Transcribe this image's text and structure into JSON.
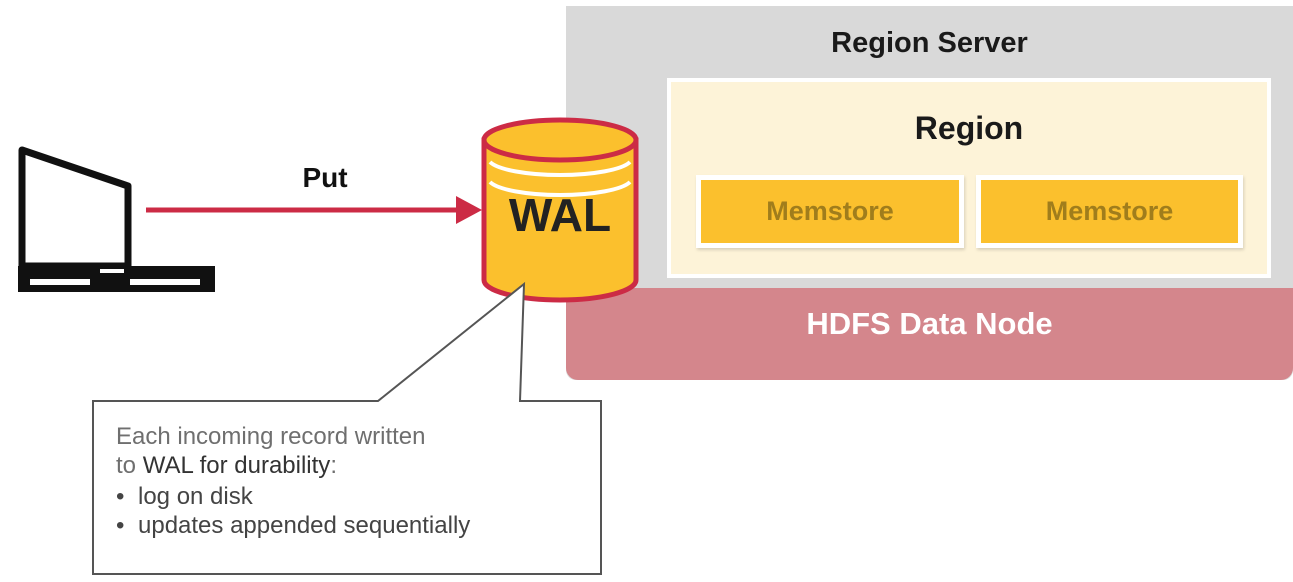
{
  "client": {
    "icon": "laptop-icon"
  },
  "arrow": {
    "label": "Put",
    "color": "#cc2b45"
  },
  "wal": {
    "label": "WAL",
    "fill": "#fbc02d",
    "border": "#cc2b45"
  },
  "region_server": {
    "title": "Region Server",
    "region": {
      "title": "Region",
      "memstores": [
        "Memstore",
        "Memstore"
      ]
    },
    "hdfs": {
      "label": "HDFS Data Node"
    }
  },
  "callout": {
    "line1": "Each incoming record written",
    "line2_prefix": "to ",
    "line2_strong": "WAL for durability",
    "line2_suffix": ":",
    "bullets": [
      "log on disk",
      "updates appended sequentially"
    ]
  }
}
